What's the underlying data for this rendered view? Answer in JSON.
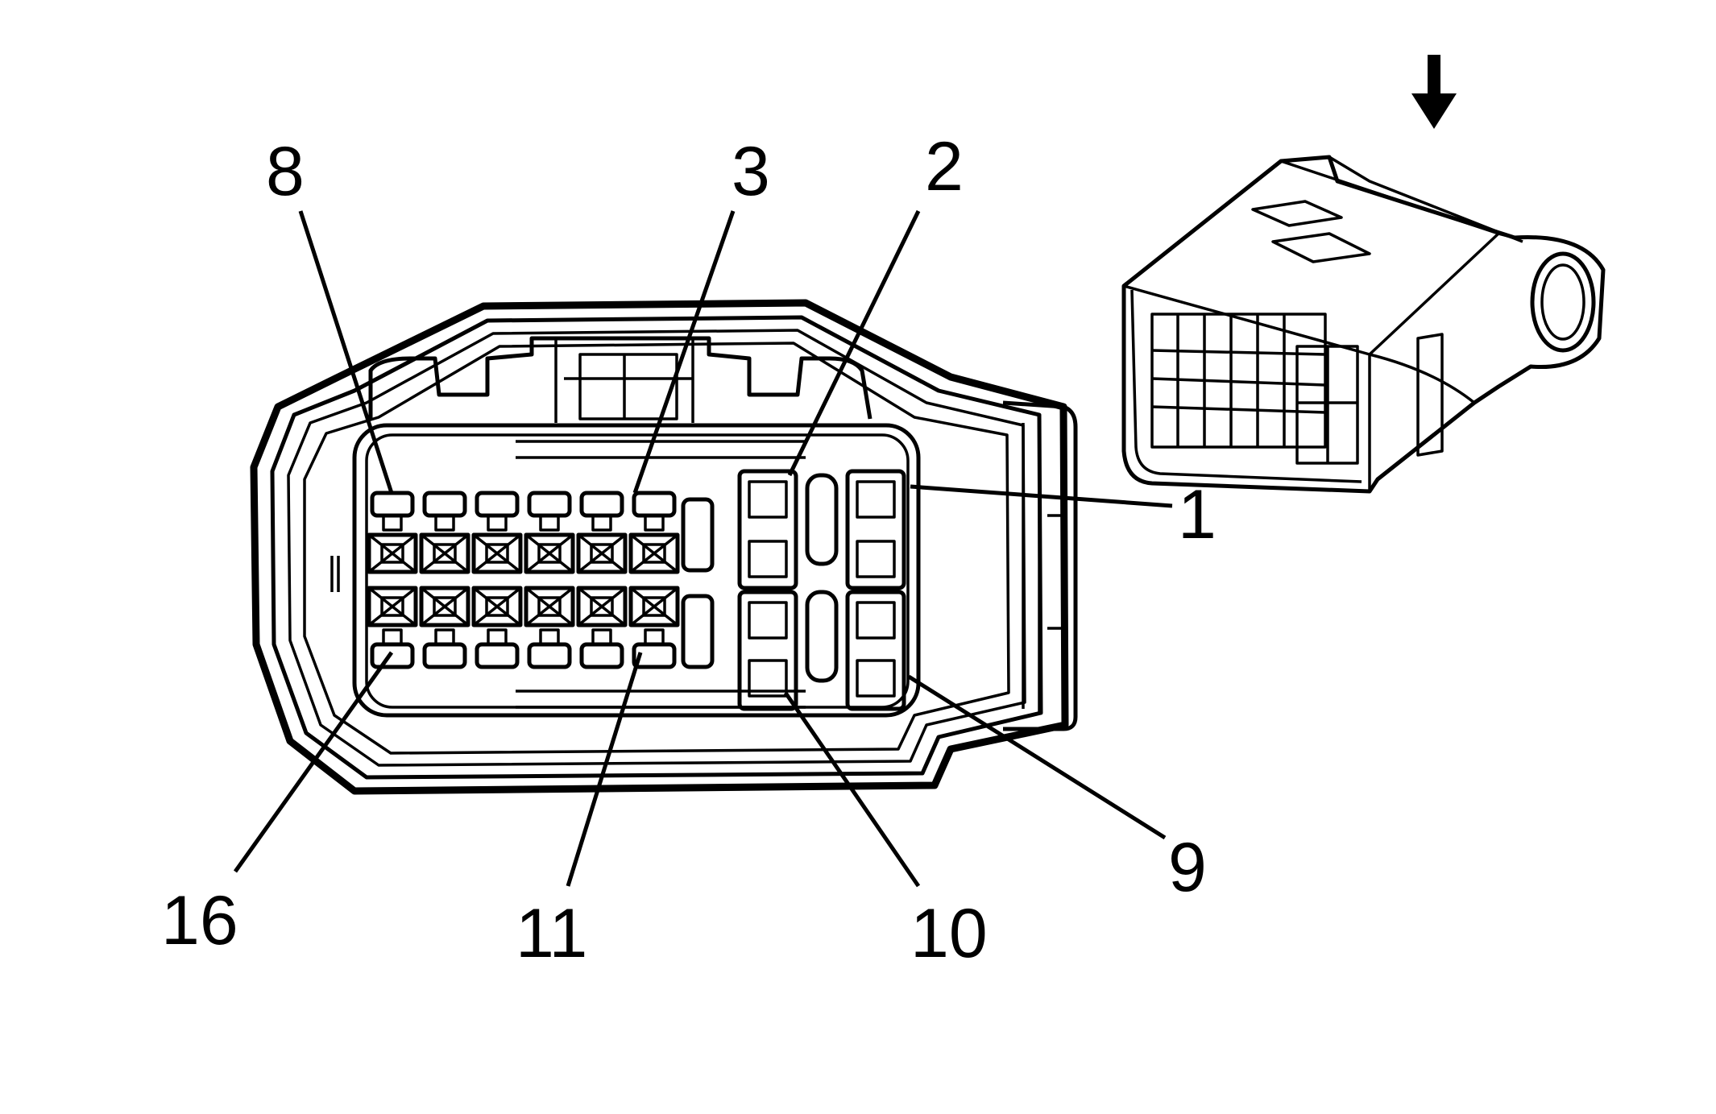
{
  "pin_labels": {
    "p8": "8",
    "p3": "3",
    "p2": "2",
    "p1": "1",
    "p9": "9",
    "p10": "10",
    "p11": "11",
    "p16": "16"
  },
  "icons": {
    "view_arrow": "down-arrow-icon",
    "connector_thumbnail": "connector-3d-icon"
  },
  "colors": {
    "line": "#000000",
    "background": "#ffffff"
  }
}
